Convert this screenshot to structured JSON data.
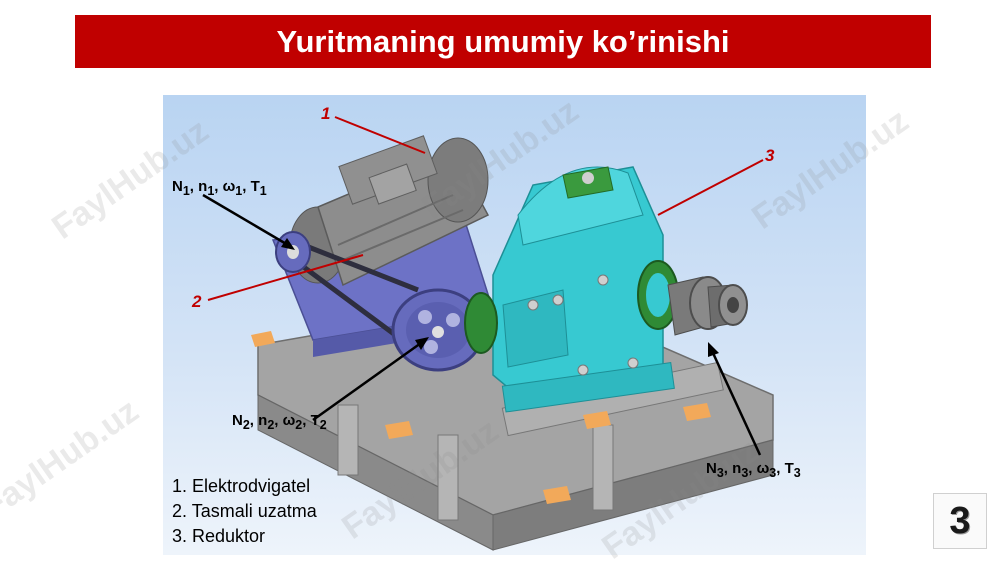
{
  "slide": {
    "title": "Yuritmaning umumiy ko’rinishi",
    "page_number": "3"
  },
  "callouts": {
    "n1": "1",
    "n2": "2",
    "n3": "3"
  },
  "params": {
    "p1": {
      "N": "N",
      "n": "n",
      "w": "ω",
      "T": "T",
      "sub": "1"
    },
    "p2": {
      "N": "N",
      "n": "n",
      "w": "ω",
      "T": "T",
      "sub": "2"
    },
    "p3": {
      "N": "N",
      "n": "n",
      "w": "ω",
      "T": "T",
      "sub": "3"
    }
  },
  "legend": [
    "1. Elektrodvigatel",
    "2. Tasmali uzatma",
    "3. Reduktor"
  ],
  "watermark": "FaylHub.uz",
  "colors": {
    "title_bg": "#c00000",
    "callout": "#c00000",
    "gearbox": "#33c7cf",
    "frame": "#9a9a9a",
    "motor": "#8c8c8c",
    "pulley": "#6a6fc4"
  }
}
